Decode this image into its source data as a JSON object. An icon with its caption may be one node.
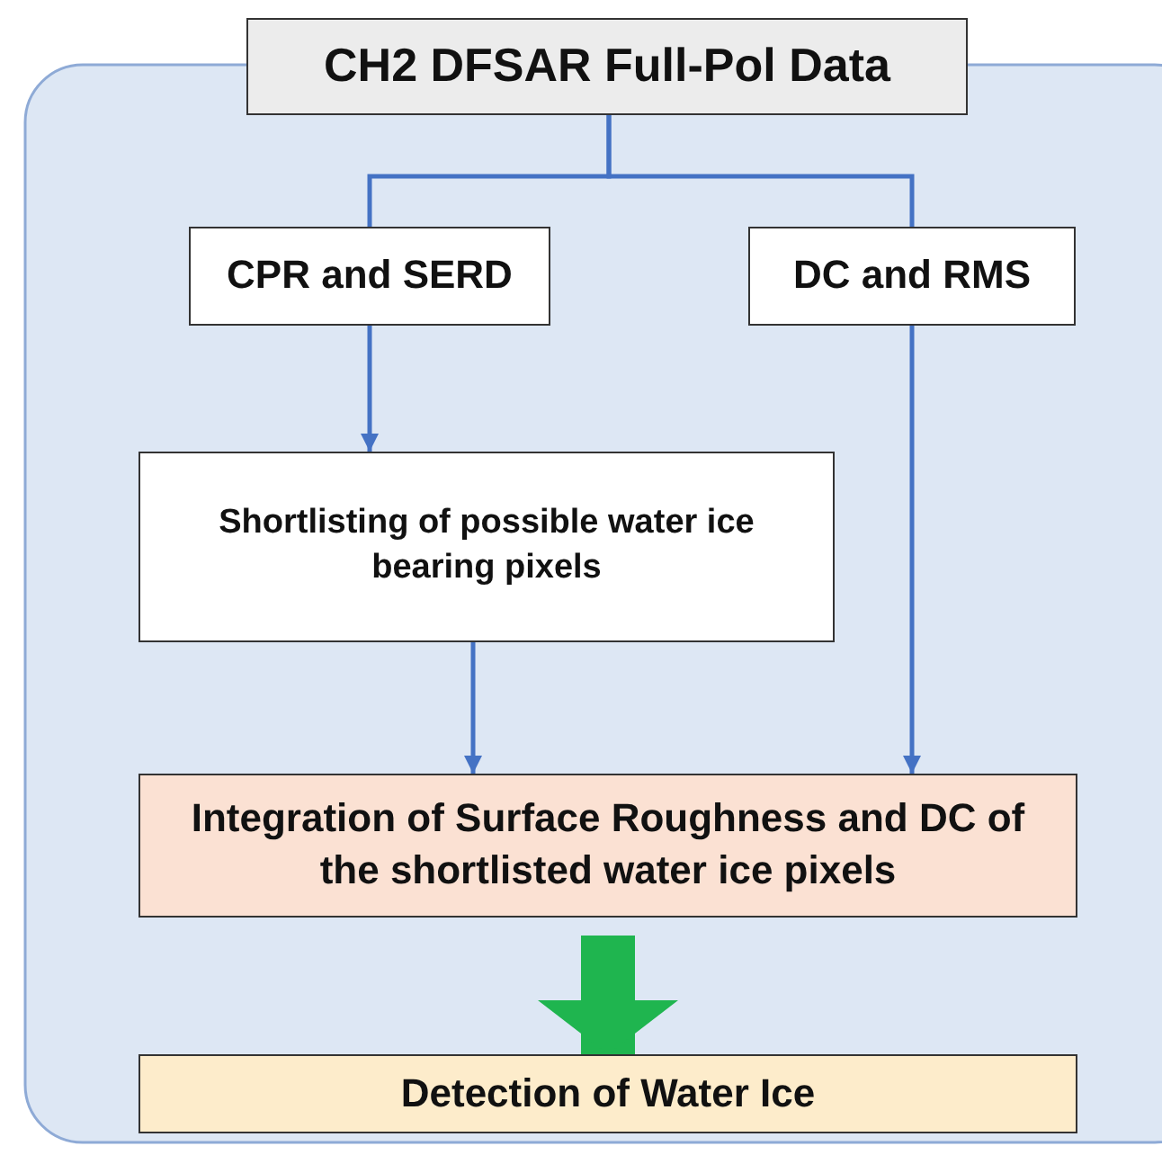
{
  "diagram": {
    "nodes": [
      {
        "text": [
          "CH2 DFSAR Full-Pol Data"
        ]
      },
      {
        "text": [
          "CPR and SERD"
        ]
      },
      {
        "text": [
          "DC and RMS"
        ]
      },
      {
        "text": [
          "Shortlisting of possible water ice bearing pixels"
        ]
      },
      {
        "text": [
          "Integration of Surface Roughness and DC of the shortlisted water ice pixels"
        ]
      },
      {
        "text": [
          "Detection of Water Ice"
        ]
      }
    ],
    "edges": [
      {
        "from": 0,
        "to": 1,
        "arrow": "none"
      },
      {
        "from": 0,
        "to": 2,
        "arrow": "none"
      },
      {
        "from": 1,
        "to": 3,
        "arrow": "to"
      },
      {
        "from": 3,
        "to": 4,
        "arrow": "to"
      },
      {
        "from": 2,
        "to": 4,
        "arrow": "to"
      },
      {
        "from": 4,
        "to": 5,
        "arrow": "to",
        "style": "thick",
        "color": "#1fb54f"
      }
    ]
  }
}
